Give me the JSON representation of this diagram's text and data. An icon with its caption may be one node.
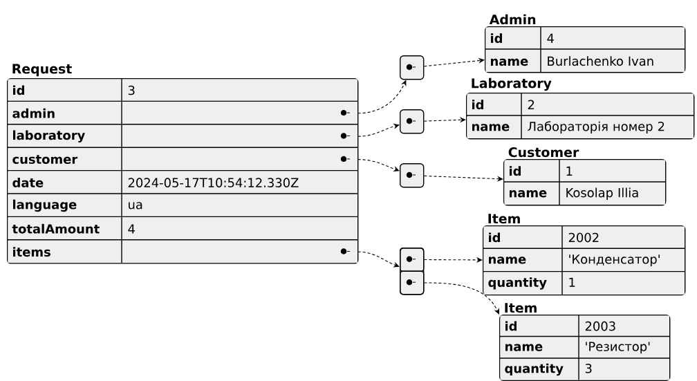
{
  "diagram": {
    "nodes": [
      {
        "text": [
          "Request"
        ]
      },
      {
        "text": [
          "id",
          "3"
        ],
        "in": 0
      },
      {
        "text": [
          "admin"
        ],
        "in": 0
      },
      {
        "text": [
          "laboratory"
        ],
        "in": 0
      },
      {
        "text": [
          "customer"
        ],
        "in": 0
      },
      {
        "text": [
          "date",
          "2024-05-17T10:54:12.330Z"
        ],
        "in": 0
      },
      {
        "text": [
          "language",
          "ua"
        ],
        "in": 0
      },
      {
        "text": [
          "totalAmount",
          "4"
        ],
        "in": 0
      },
      {
        "text": [
          "items"
        ],
        "in": 0
      },
      {
        "text": [],
        "shape": "box"
      },
      {
        "text": [],
        "shape": "box"
      },
      {
        "text": [],
        "shape": "box"
      },
      {
        "text": [],
        "shape": "box"
      },
      {
        "text": [],
        "shape": "box",
        "in": 12
      },
      {
        "text": [],
        "shape": "box",
        "in": 12
      },
      {
        "text": [
          "Admin"
        ]
      },
      {
        "text": [
          "id",
          "4"
        ],
        "in": 15
      },
      {
        "text": [
          "name",
          "Burlachenko Ivan"
        ],
        "in": 15
      },
      {
        "text": [
          "Laboratory"
        ]
      },
      {
        "text": [
          "id",
          "2"
        ],
        "in": 18
      },
      {
        "text": [
          "name",
          "Лабораторія номер 2"
        ],
        "in": 18
      },
      {
        "text": [
          "Customer"
        ]
      },
      {
        "text": [
          "id",
          "1"
        ],
        "in": 21
      },
      {
        "text": [
          "name",
          "Kosolap Illia"
        ],
        "in": 21
      },
      {
        "text": [
          "Item"
        ]
      },
      {
        "text": [
          "id",
          "2002"
        ],
        "in": 24
      },
      {
        "text": [
          "name",
          "'Конденсатор'"
        ],
        "in": 24
      },
      {
        "text": [
          "quantity",
          "1"
        ],
        "in": 24
      },
      {
        "text": [
          "Item"
        ]
      },
      {
        "text": [
          "id",
          "2003"
        ],
        "in": 28
      },
      {
        "text": [
          "name",
          "'Резистор'"
        ],
        "in": 28
      },
      {
        "text": [
          "quantity",
          "3"
        ],
        "in": 28
      }
    ],
    "edges": [
      {
        "from": 2,
        "to": 9,
        "arrow": "to",
        "style": "dashed"
      },
      {
        "from": 9,
        "to": 15,
        "arrow": "to",
        "style": "dashed"
      },
      {
        "from": 3,
        "to": 10,
        "arrow": "to",
        "style": "dashed"
      },
      {
        "from": 10,
        "to": 18,
        "arrow": "to",
        "style": "dashed"
      },
      {
        "from": 4,
        "to": 11,
        "arrow": "to",
        "style": "dashed"
      },
      {
        "from": 11,
        "to": 21,
        "arrow": "to",
        "style": "dashed"
      },
      {
        "from": 8,
        "to": 12,
        "arrow": "to",
        "style": "dashed"
      },
      {
        "from": 13,
        "to": 24,
        "arrow": "to",
        "style": "dashed"
      },
      {
        "from": 14,
        "to": 28,
        "arrow": "to",
        "style": "dashed"
      }
    ]
  }
}
